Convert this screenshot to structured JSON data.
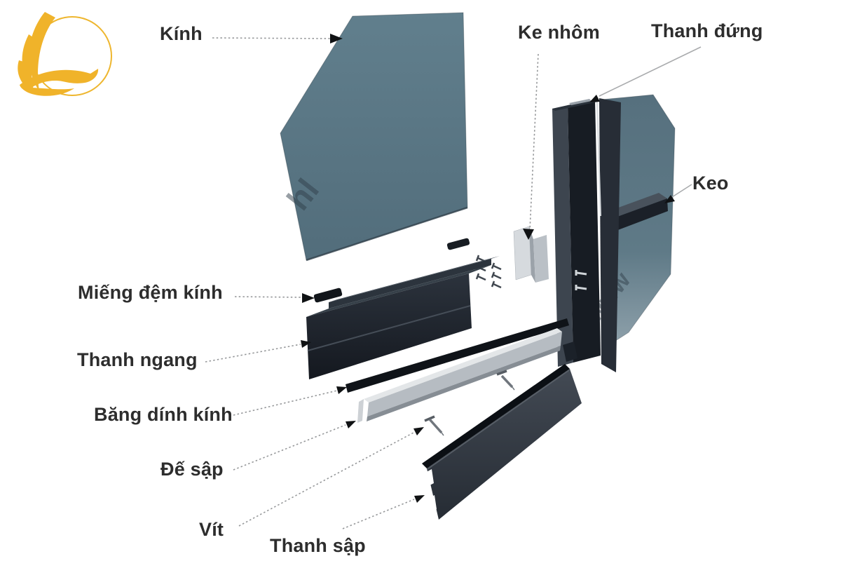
{
  "page": {
    "background": "#ffffff"
  },
  "logo": {
    "name": "golden-phoenix-logo",
    "color": "#f0b32a"
  },
  "diagram": {
    "labels": [
      {
        "id": "kinh",
        "text": "Kính"
      },
      {
        "id": "ke-nhom",
        "text": "Ke nhôm"
      },
      {
        "id": "thanh-dung",
        "text": "Thanh đứng"
      },
      {
        "id": "keo",
        "text": "Keo"
      },
      {
        "id": "mieng-dem-kinh",
        "text": "Miếng đệm kính"
      },
      {
        "id": "thanh-ngang",
        "text": "Thanh ngang"
      },
      {
        "id": "bang-dinh-kinh",
        "text": "Băng dính kính"
      },
      {
        "id": "de-sap",
        "text": "Đế sập"
      },
      {
        "id": "vit",
        "text": "Vít"
      },
      {
        "id": "thanh-sap",
        "text": "Thanh sập"
      }
    ],
    "watermarks": [
      "hl",
      "www"
    ],
    "colors": {
      "glass": "#5d7a88",
      "dark_profile": "#1d222a",
      "aluminum_light": "#c6cbd0",
      "label_text": "#2d2d2d",
      "leader_line": "#999b9d",
      "arrowhead": "#101214",
      "logo_gold": "#f0b32a"
    }
  }
}
